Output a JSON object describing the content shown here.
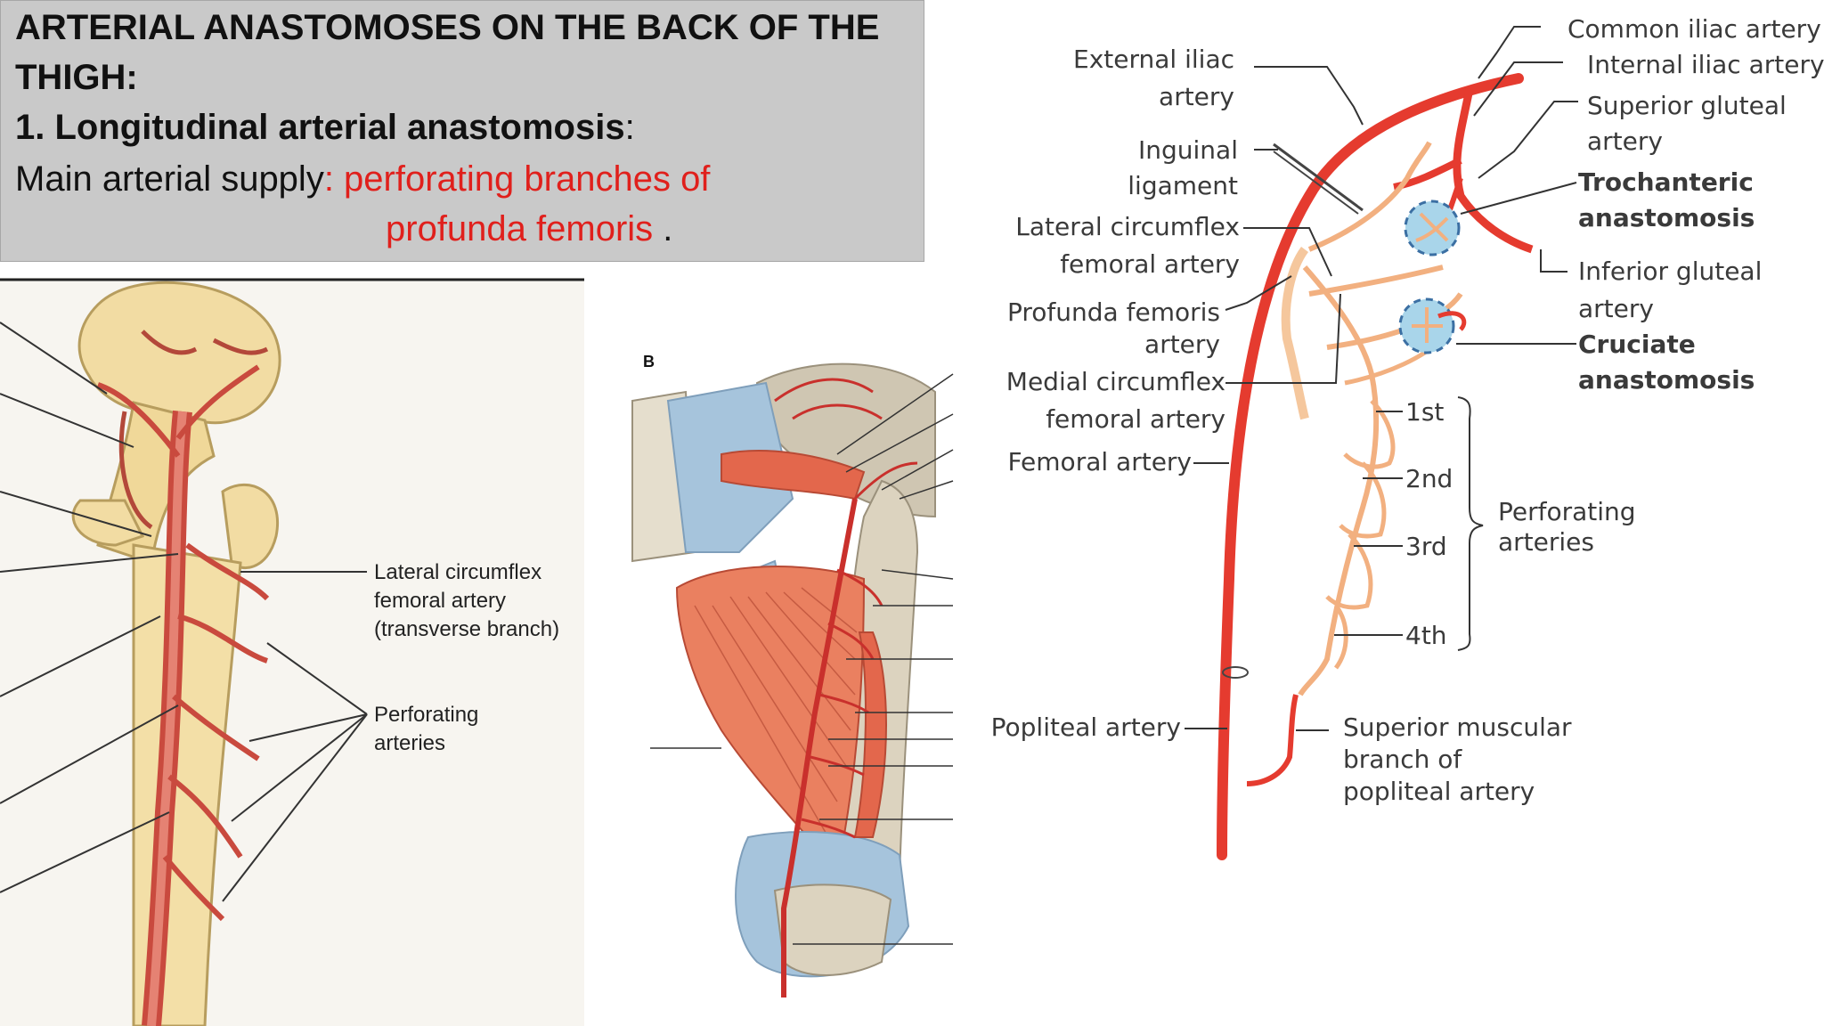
{
  "title": {
    "line1": "ARTERIAL ANASTOMOSES ON THE BACK OF THE",
    "line2": "THIGH:",
    "line3_prefix": "1.  Longitudinal arterial anastomosis",
    "line3_colon": ":",
    "line4_black": "Main arterial supply",
    "line4_red": ": perforating branches of",
    "line5_red": "profunda femoris",
    "line5_dot": " ."
  },
  "figure_left": {
    "labels": {
      "lateral_1": "Lateral circumflex",
      "lateral_2": "femoral artery",
      "lateral_3": "(transverse branch)",
      "perf_1": "Perforating",
      "perf_2": "arteries"
    }
  },
  "figure_middle": {
    "panel_letter": "B"
  },
  "figure_right": {
    "labels": {
      "common_iliac": "Common iliac artery",
      "internal_iliac": "Internal iliac artery",
      "sup_gluteal_1": "Superior gluteal",
      "sup_gluteal_2": "artery",
      "trochanteric_1": "Trochanteric",
      "trochanteric_2": "anastomosis",
      "inf_gluteal_1": "Inferior gluteal",
      "inf_gluteal_2": "artery",
      "cruciate_1": "Cruciate",
      "cruciate_2": "anastomosis",
      "external_iliac_1": "External iliac",
      "external_iliac_2": "artery",
      "inguinal_1": "Inguinal",
      "inguinal_2": "ligament",
      "lat_circ_1": "Lateral circumflex",
      "lat_circ_2": "femoral artery",
      "profunda_1": "Profunda femoris",
      "profunda_2": "artery",
      "med_circ_1": "Medial circumflex",
      "med_circ_2": "femoral artery",
      "femoral": "Femoral artery",
      "popliteal": "Popliteal artery",
      "perf_1st": "1st",
      "perf_2nd": "2nd",
      "perf_3rd": "3rd",
      "perf_4th": "4th",
      "perforating_1": "Perforating",
      "perforating_2": "arteries",
      "sup_musc_1": "Superior muscular",
      "sup_musc_2": "branch of",
      "sup_musc_3": "popliteal artery"
    }
  }
}
